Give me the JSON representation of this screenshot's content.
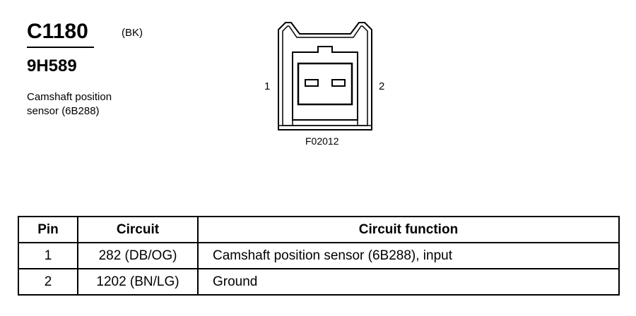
{
  "connector": {
    "id": "C1180",
    "color": "(BK)",
    "part_number": "9H589",
    "description_line1": "Camshaft position",
    "description_line2": "sensor (6B288)"
  },
  "diagram": {
    "pin_left": "1",
    "pin_right": "2",
    "figure_code": "F02012"
  },
  "table": {
    "headers": [
      "Pin",
      "Circuit",
      "Circuit function"
    ],
    "rows": [
      {
        "pin": "1",
        "circuit": "282 (DB/OG)",
        "function": "Camshaft position sensor (6B288), input"
      },
      {
        "pin": "2",
        "circuit": "1202 (BN/LG)",
        "function": "Ground"
      }
    ]
  }
}
